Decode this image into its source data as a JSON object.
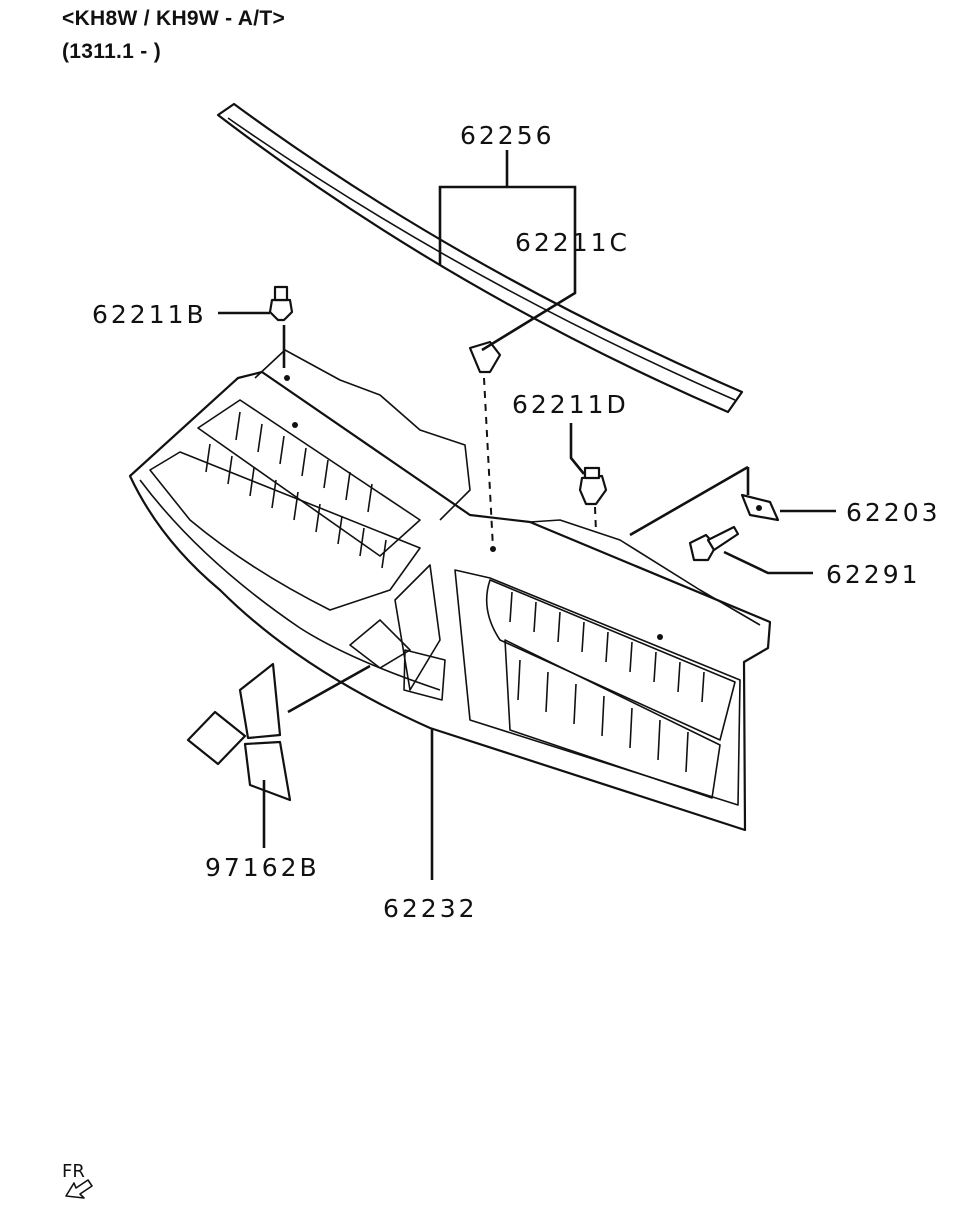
{
  "header": {
    "model": "<KH8W / KH9W - A/T>",
    "range": "(1311.1 - )"
  },
  "callouts": {
    "p62256": "62256",
    "p62211C": "62211C",
    "p62211B": "62211B",
    "p62211D": "62211D",
    "p62203": "62203",
    "p62291": "62291",
    "p97162B": "97162B",
    "p62232": "62232"
  },
  "orientation": {
    "label": "FR"
  }
}
